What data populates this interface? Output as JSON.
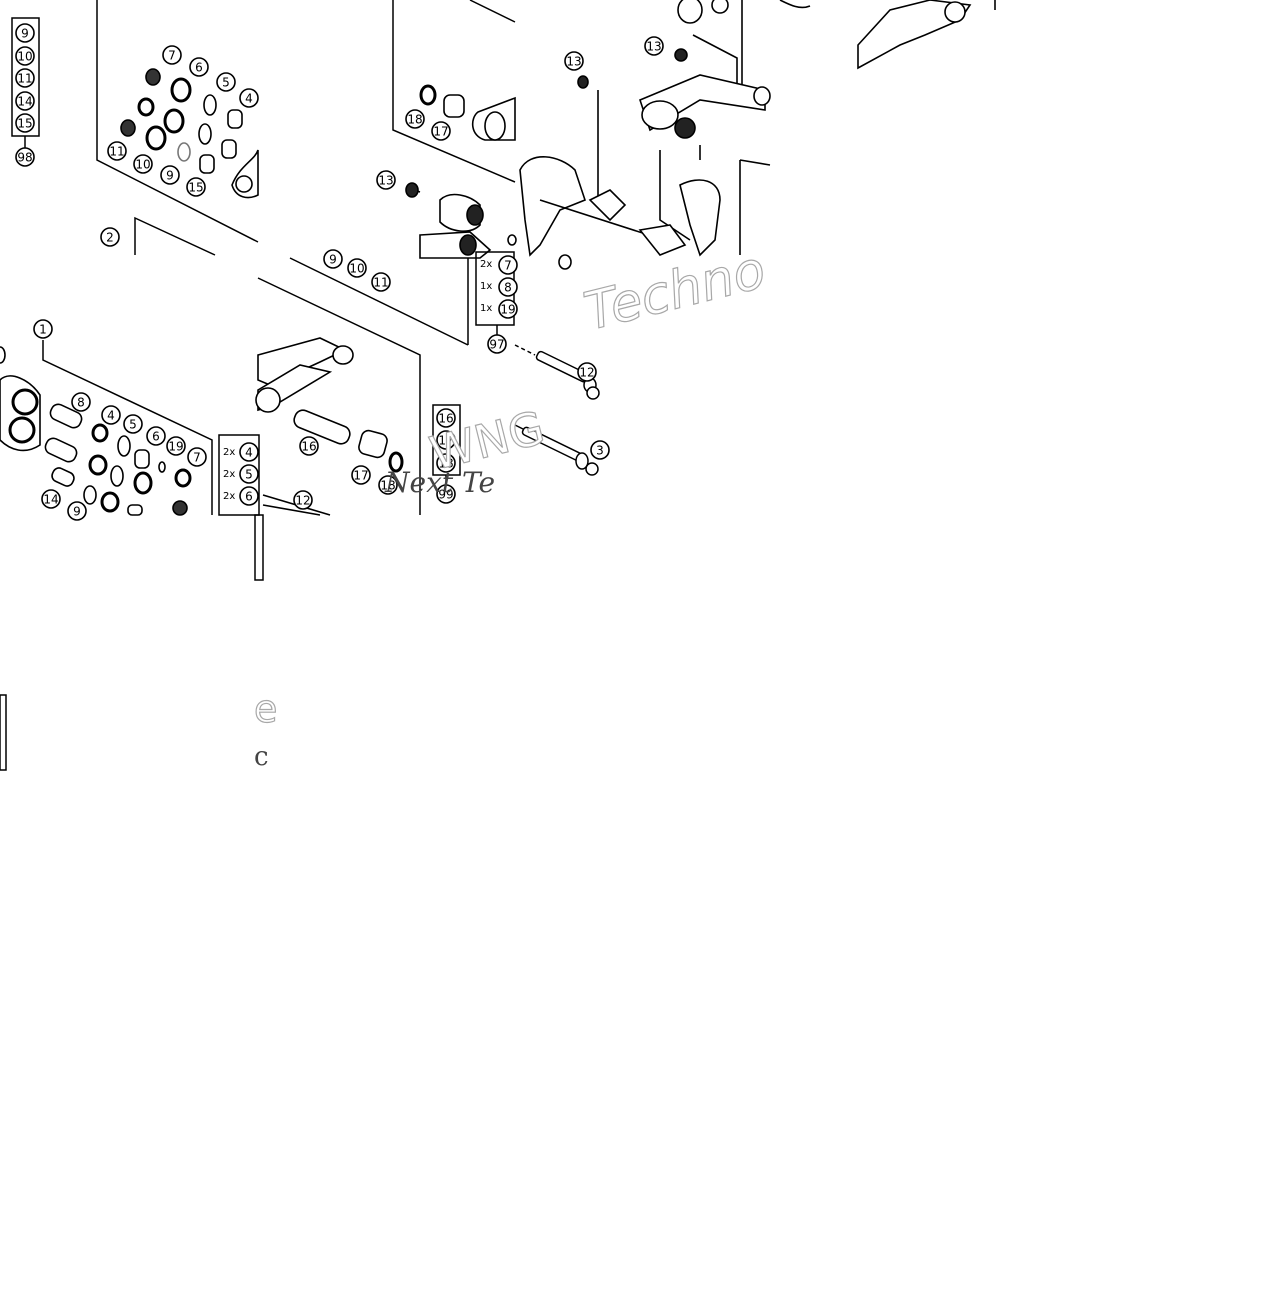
{
  "diagram": {
    "watermarks": [
      "Techno",
      "WNG",
      "Next Te",
      "e",
      "c"
    ],
    "callouts": {
      "p9a": "9",
      "p10a": "10",
      "p11a": "11",
      "p14a": "14",
      "p15a": "15",
      "p98": "98",
      "p7a": "7",
      "p6a": "6",
      "p5a": "5",
      "p4a": "4",
      "p11b": "11",
      "p10b": "10",
      "p9b": "9",
      "p15b": "15",
      "p2": "2",
      "p18a": "18",
      "p17a": "17",
      "p13a": "13",
      "p9c": "9",
      "p10c": "10",
      "p11c": "11",
      "p13b": "13",
      "p13c": "13",
      "p97": "97",
      "p12a": "12",
      "p3": "3",
      "p1": "1",
      "p8": "8",
      "p4b": "4",
      "p5b": "5",
      "p6b": "6",
      "p19a": "19",
      "p7b": "7",
      "p14b": "14",
      "p9d": "9",
      "p16a": "16",
      "p17b": "17",
      "p18b": "18",
      "p12b": "12",
      "p16b": "16",
      "p17c": "17",
      "p18c": "18",
      "p99": "99"
    },
    "kit_97": [
      {
        "qty": "2x",
        "part": "7"
      },
      {
        "qty": "1x",
        "part": "8"
      },
      {
        "qty": "1x",
        "part": "19"
      }
    ],
    "kit_1": [
      {
        "qty": "2x",
        "part": "4"
      },
      {
        "qty": "2x",
        "part": "5"
      },
      {
        "qty": "2x",
        "part": "6"
      }
    ]
  }
}
